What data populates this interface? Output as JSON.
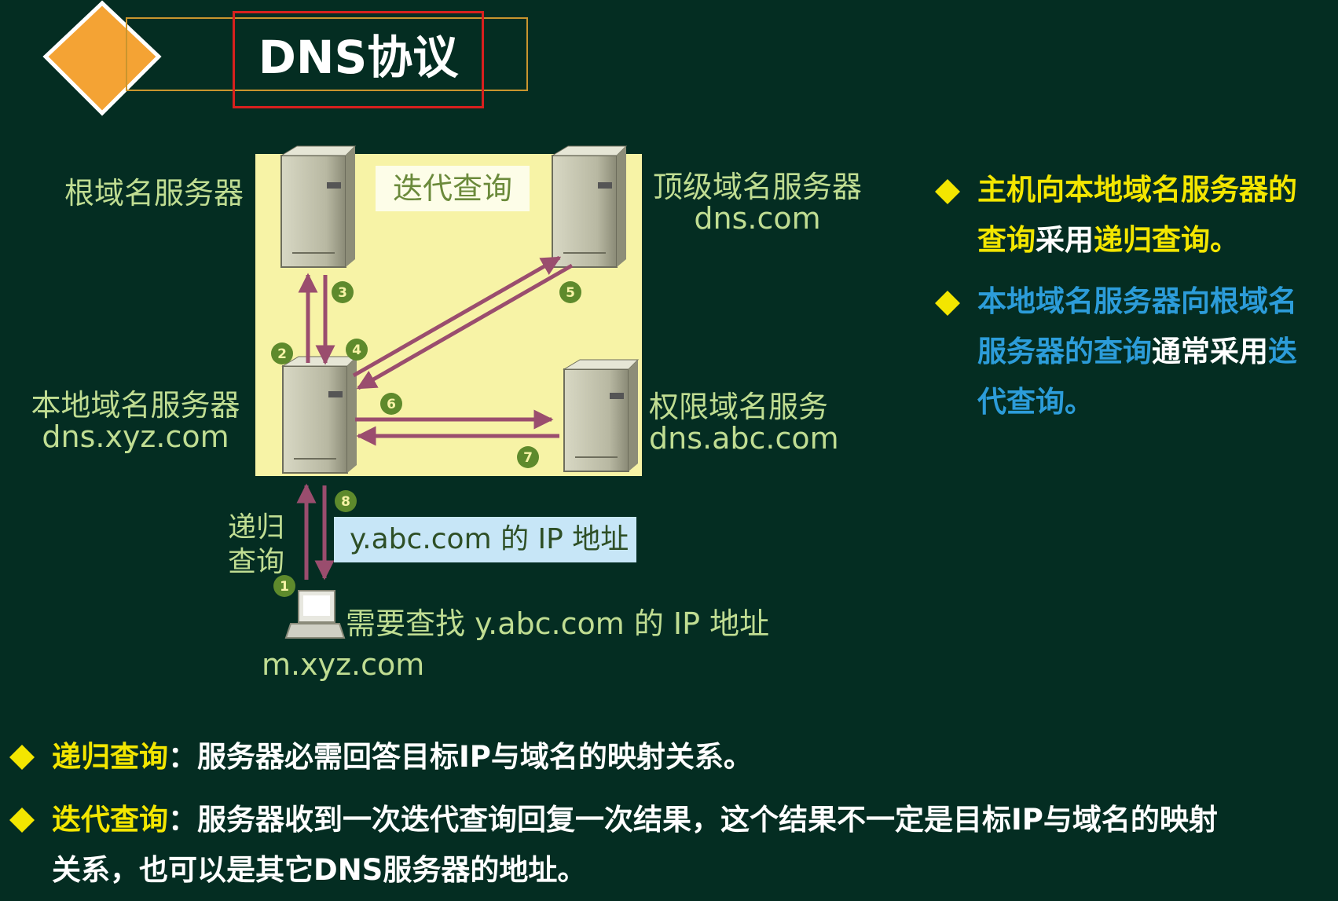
{
  "title": "DNS协议",
  "diagram": {
    "root_server": "根域名服务器",
    "iterative_tag": "迭代查询",
    "tld_server": {
      "name": "顶级域名服务器",
      "domain": "dns.com"
    },
    "local_server": {
      "name": "本地域名服务器",
      "domain": "dns.xyz.com"
    },
    "auth_server": {
      "name": "权限域名服务",
      "domain": "dns.abc.com"
    },
    "recursive_tag_line1": "递归",
    "recursive_tag_line2": "查询",
    "answer_box": "y.abc.com 的 IP 地址",
    "need_lookup": "需要查找 y.abc.com 的 IP 地址",
    "client": "m.xyz.com",
    "steps": [
      "1",
      "2",
      "3",
      "4",
      "5",
      "6",
      "7",
      "8"
    ]
  },
  "right_notes": {
    "note1": {
      "a": "主机向本地域名服务器的",
      "b": "查询",
      "c": "采用",
      "d": "递归查询",
      "e": "。"
    },
    "note2": {
      "a": "本地域名服务器向根域名",
      "b": "服务器的查询",
      "c": "通常采用",
      "d": "迭",
      "e": "代查询",
      "f": "。"
    }
  },
  "bottom_notes": {
    "recursive_term": "递归查询",
    "recursive_desc": "：服务器必需回答目标IP与域名的映射关系。",
    "iterative_term": "迭代查询",
    "iterative_desc_line1": "：服务器收到一次迭代查询回复一次结果，这个结果不一定是目标IP与域名的映射",
    "iterative_desc_line2": "关系，也可以是其它DNS服务器的地址。"
  },
  "colors": {
    "background": "#042d22",
    "diamond": "#f4a334",
    "panel": "#f7f3a6",
    "arrow": "#9a4d6e",
    "step_badge": "#5e8a2c",
    "label_green": "#c0dd92",
    "yellow": "#f3e600",
    "blue": "#2c9cd9",
    "highlight_red": "#d8201e"
  }
}
